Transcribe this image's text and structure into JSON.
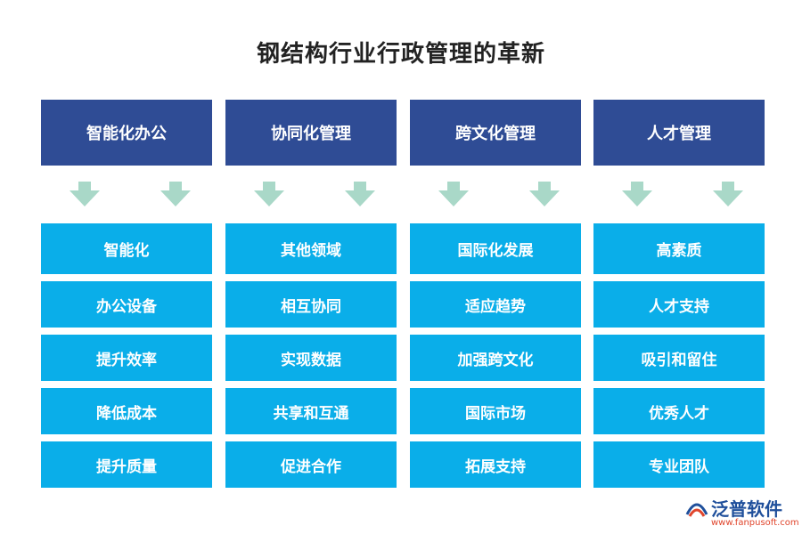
{
  "title": "钢结构行业行政管理的革新",
  "columns": [
    {
      "header": "智能化办公",
      "items": [
        "智能化",
        "办公设备",
        "提升效率",
        "降低成本",
        "提升质量"
      ]
    },
    {
      "header": "协同化管理",
      "items": [
        "其他领域",
        "相互协同",
        "实现数据",
        "共享和互通",
        "促进合作"
      ]
    },
    {
      "header": "跨文化管理",
      "items": [
        "国际化发展",
        "适应趋势",
        "加强跨文化",
        "国际市场",
        "拓展支持"
      ]
    },
    {
      "header": "人才管理",
      "items": [
        "高素质",
        "人才支持",
        "吸引和留住",
        "优秀人才",
        "专业团队"
      ]
    }
  ],
  "logo": {
    "name": "泛普软件",
    "url": "www.fanpusoft.com"
  },
  "colors": {
    "header": "#2f4c95",
    "item": "#0aaee9",
    "arrow": "#a9d8c8"
  }
}
